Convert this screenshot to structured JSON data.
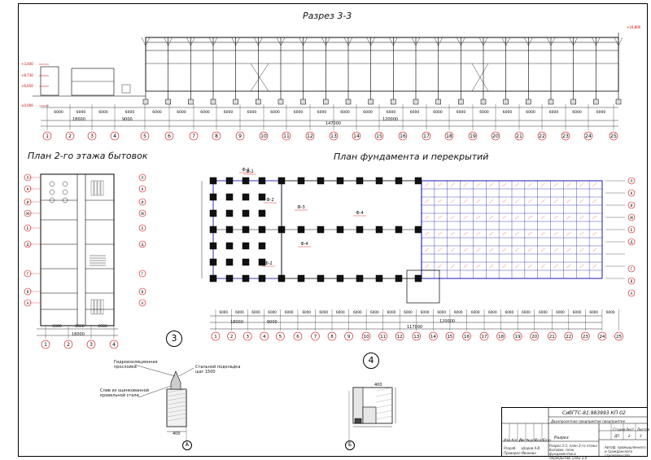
{
  "titles": {
    "section": "Разрез 3-3",
    "plan2": "План 2-го этажа бытовок",
    "foundation": "План фундамента и перекрытий"
  },
  "callouts": {
    "node3": "3",
    "node4": "4",
    "node3_axis": "А",
    "node4_axis": "Б"
  },
  "detail_notes": {
    "n1": "Гидроизоляционная",
    "n1b": "прослойка",
    "n2": "Стальной подкладка",
    "n2b": "шаг 1500",
    "n3": "Слив из оцинкованной",
    "n3b": "кровельной стали"
  },
  "dims": {
    "section_total": "147000",
    "section_sub": "120000",
    "section_left_group": "18000",
    "section_9000": "9000",
    "section_6000": "6000",
    "plan_total": "117000",
    "plan_sub": "120000",
    "plan_left": "18000",
    "plan_9000": "9000",
    "plan_6000": "6000",
    "plan2_6000": "6000",
    "plan2_18000": "18000",
    "node3_400": "400",
    "node4_400": "400"
  },
  "elevations": {
    "top_right": "+16,800",
    "e1": "+3,400",
    "e2": "+8,730",
    "e3": "+6,650",
    "e4": "±0,000"
  },
  "axes_section": [
    "1",
    "2",
    "3",
    "4",
    "5",
    "6",
    "7",
    "8",
    "9",
    "10",
    "11",
    "12",
    "13",
    "14",
    "15",
    "16",
    "17",
    "18",
    "19",
    "20",
    "21",
    "22",
    "23",
    "24",
    "25"
  ],
  "axes_plan": [
    "1",
    "2",
    "3",
    "4",
    "5",
    "6",
    "7",
    "8",
    "9",
    "10",
    "11",
    "12",
    "13",
    "14",
    "15",
    "16",
    "17",
    "18",
    "19",
    "20",
    "21",
    "22",
    "23",
    "24",
    "25"
  ],
  "axes_plan2": [
    "1",
    "2",
    "3",
    "4"
  ],
  "axes_letters": [
    "Л",
    "К",
    "И",
    "Ж",
    "Е",
    "Д",
    "Г",
    "В",
    "А"
  ],
  "axes_letters_right": [
    "Л",
    "К",
    "И",
    "Ж",
    "Е",
    "Д",
    "Г",
    "В",
    "А"
  ],
  "marks": [
    "Ф-1",
    "Ф-2",
    "Ф-3",
    "Ф-4",
    "Ф-1",
    "Ф-2",
    "Ф-4"
  ],
  "title_block": {
    "code": "СибГТС-81.983993 КП 02",
    "subtitle": "Двухпролетное предприятие предприятие",
    "sheet_label": "Разрез",
    "stage_h": "Стадия",
    "sheet_h": "Лист",
    "sheets_h": "Листов",
    "stage": "ДП",
    "sheet": "2",
    "sheets": "3",
    "drawing_name": "Разрез 3-3, план 2-го этажа бытовок, план фундаментов и перекрытий, узлы 3,4",
    "org": "Автоф. промышленного и гражданского строительства",
    "cols": [
      "Изм",
      "Кол.уч",
      "Лист",
      "№док",
      "Подп.",
      "Дата"
    ],
    "role1": "Разраб.",
    "role2": "Проверил",
    "name1": "Шаров А.В.",
    "name2": "Иванова"
  }
}
